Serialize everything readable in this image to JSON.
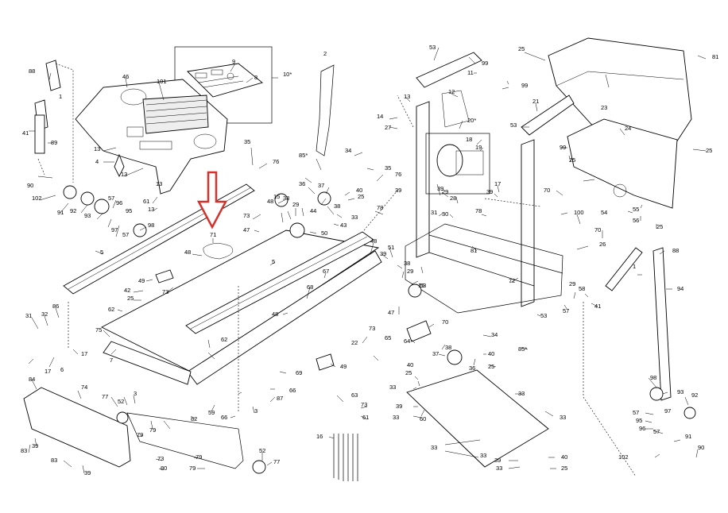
{
  "diagram": {
    "callouts": [
      {
        "id": "c10",
        "text": "10*"
      },
      {
        "id": "c9",
        "text": "9"
      },
      {
        "id": "c8",
        "text": "8"
      },
      {
        "id": "c2",
        "text": "2"
      },
      {
        "id": "c88a",
        "text": "88"
      },
      {
        "id": "c1a",
        "text": "1"
      },
      {
        "id": "c41a",
        "text": "41"
      },
      {
        "id": "c89",
        "text": "89"
      },
      {
        "id": "c46",
        "text": "46"
      },
      {
        "id": "c101",
        "text": "101"
      },
      {
        "id": "c13a",
        "text": "13"
      },
      {
        "id": "c4",
        "text": "4"
      },
      {
        "id": "c13b",
        "text": "13"
      },
      {
        "id": "c13c",
        "text": "13"
      },
      {
        "id": "c90a",
        "text": "90"
      },
      {
        "id": "c102a",
        "text": "102"
      },
      {
        "id": "c91a",
        "text": "91"
      },
      {
        "id": "c92a",
        "text": "92"
      },
      {
        "id": "c93a",
        "text": "93"
      },
      {
        "id": "c57a",
        "text": "57"
      },
      {
        "id": "c96a",
        "text": "96"
      },
      {
        "id": "c95a",
        "text": "95"
      },
      {
        "id": "c97a",
        "text": "97"
      },
      {
        "id": "c57b",
        "text": "57"
      },
      {
        "id": "c98a",
        "text": "98"
      },
      {
        "id": "c61a",
        "text": "61"
      },
      {
        "id": "c13d",
        "text": "13"
      },
      {
        "id": "c35a",
        "text": "35"
      },
      {
        "id": "c76a",
        "text": "76"
      },
      {
        "id": "c85a",
        "text": "85*"
      },
      {
        "id": "c34a",
        "text": "34"
      },
      {
        "id": "c35b",
        "text": "35"
      },
      {
        "id": "c76b",
        "text": "76"
      },
      {
        "id": "c36a",
        "text": "36"
      },
      {
        "id": "c37a",
        "text": "37"
      },
      {
        "id": "c40a",
        "text": "40"
      },
      {
        "id": "c25a",
        "text": "25"
      },
      {
        "id": "c38a",
        "text": "38"
      },
      {
        "id": "c39a",
        "text": "39"
      },
      {
        "id": "c15a",
        "text": "15"
      },
      {
        "id": "c38b",
        "text": "38"
      },
      {
        "id": "c29a",
        "text": "29"
      },
      {
        "id": "c45",
        "text": "45"
      },
      {
        "id": "c48a",
        "text": "48"
      },
      {
        "id": "c44",
        "text": "44"
      },
      {
        "id": "c33a",
        "text": "33"
      },
      {
        "id": "c43",
        "text": "43"
      },
      {
        "id": "c73a",
        "text": "73"
      },
      {
        "id": "c47a",
        "text": "47"
      },
      {
        "id": "c50",
        "text": "50"
      },
      {
        "id": "c78a",
        "text": "78"
      },
      {
        "id": "c5a",
        "text": "5"
      },
      {
        "id": "c71",
        "text": "71"
      },
      {
        "id": "c48b",
        "text": "48"
      },
      {
        "id": "c5b",
        "text": "5"
      },
      {
        "id": "c67",
        "text": "67"
      },
      {
        "id": "c49a",
        "text": "49"
      },
      {
        "id": "c42",
        "text": "42"
      },
      {
        "id": "c73b",
        "text": "73"
      },
      {
        "id": "c25b",
        "text": "25"
      },
      {
        "id": "c68",
        "text": "68"
      },
      {
        "id": "c62a",
        "text": "62"
      },
      {
        "id": "c48c",
        "text": "48"
      },
      {
        "id": "c31a",
        "text": "31"
      },
      {
        "id": "c32",
        "text": "32"
      },
      {
        "id": "c86",
        "text": "86"
      },
      {
        "id": "c75",
        "text": "75"
      },
      {
        "id": "c7",
        "text": "7"
      },
      {
        "id": "c6",
        "text": "6"
      },
      {
        "id": "c17a",
        "text": "17"
      },
      {
        "id": "c17b",
        "text": "17"
      },
      {
        "id": "c62b",
        "text": "62"
      },
      {
        "id": "c69",
        "text": "69"
      },
      {
        "id": "c66a",
        "text": "66"
      },
      {
        "id": "c87",
        "text": "87"
      },
      {
        "id": "c49b",
        "text": "49"
      },
      {
        "id": "c73c",
        "text": "73"
      },
      {
        "id": "c22",
        "text": "22"
      },
      {
        "id": "c65",
        "text": "65"
      },
      {
        "id": "c84",
        "text": "84"
      },
      {
        "id": "c74",
        "text": "74"
      },
      {
        "id": "c77a",
        "text": "77"
      },
      {
        "id": "c52a",
        "text": "52"
      },
      {
        "id": "c3a",
        "text": "3"
      },
      {
        "id": "c79a",
        "text": "79"
      },
      {
        "id": "c79b",
        "text": "79"
      },
      {
        "id": "c82",
        "text": "82"
      },
      {
        "id": "c59",
        "text": "59"
      },
      {
        "id": "c66b",
        "text": "66"
      },
      {
        "id": "c3b",
        "text": "3"
      },
      {
        "id": "c83a",
        "text": "83"
      },
      {
        "id": "c39b",
        "text": "39"
      },
      {
        "id": "c83b",
        "text": "83"
      },
      {
        "id": "c39c",
        "text": "39"
      },
      {
        "id": "c73d",
        "text": "73"
      },
      {
        "id": "c80",
        "text": "80"
      },
      {
        "id": "c79c",
        "text": "79"
      },
      {
        "id": "c79d",
        "text": "79"
      },
      {
        "id": "c52b",
        "text": "52"
      },
      {
        "id": "c77b",
        "text": "77"
      },
      {
        "id": "c63",
        "text": "63"
      },
      {
        "id": "c73e",
        "text": "73"
      },
      {
        "id": "c61b",
        "text": "61"
      },
      {
        "id": "c16",
        "text": "16"
      },
      {
        "id": "c53a",
        "text": "53"
      },
      {
        "id": "c99a",
        "text": "99"
      },
      {
        "id": "c11",
        "text": "11"
      },
      {
        "id": "c99b",
        "text": "99"
      },
      {
        "id": "c12",
        "text": "12"
      },
      {
        "id": "c13e",
        "text": "13"
      },
      {
        "id": "c14",
        "text": "14"
      },
      {
        "id": "c27",
        "text": "27"
      },
      {
        "id": "c20",
        "text": "20*"
      },
      {
        "id": "c18",
        "text": "18"
      },
      {
        "id": "c19",
        "text": "19"
      },
      {
        "id": "c21",
        "text": "21"
      },
      {
        "id": "c53b",
        "text": "53"
      },
      {
        "id": "c25c",
        "text": "25"
      },
      {
        "id": "c81",
        "text": "81"
      },
      {
        "id": "c23",
        "text": "23"
      },
      {
        "id": "c24",
        "text": "24"
      },
      {
        "id": "c99c",
        "text": "99"
      },
      {
        "id": "c25d",
        "text": "25"
      },
      {
        "id": "c25e",
        "text": "25"
      },
      {
        "id": "c54",
        "text": "54"
      },
      {
        "id": "c56",
        "text": "56"
      },
      {
        "id": "c55",
        "text": "55"
      },
      {
        "id": "c25f",
        "text": "25"
      },
      {
        "id": "c39d",
        "text": "39"
      },
      {
        "id": "c29b",
        "text": "29"
      },
      {
        "id": "c28",
        "text": "28"
      },
      {
        "id": "c31b",
        "text": "31"
      },
      {
        "id": "c30",
        "text": "30"
      },
      {
        "id": "c17c",
        "text": "17"
      },
      {
        "id": "c39e",
        "text": "39"
      },
      {
        "id": "c70a",
        "text": "70"
      },
      {
        "id": "c78b",
        "text": "78"
      },
      {
        "id": "c100",
        "text": "100"
      },
      {
        "id": "c70b",
        "text": "70"
      },
      {
        "id": "c26",
        "text": "26"
      },
      {
        "id": "c48d",
        "text": "48"
      },
      {
        "id": "c51",
        "text": "51"
      },
      {
        "id": "c39f",
        "text": "39"
      },
      {
        "id": "c38c",
        "text": "38"
      },
      {
        "id": "c29c",
        "text": "29"
      },
      {
        "id": "c72",
        "text": "72"
      },
      {
        "id": "c53c",
        "text": "53"
      },
      {
        "id": "c81b",
        "text": "81"
      },
      {
        "id": "c15b",
        "text": "15"
      },
      {
        "id": "c47b",
        "text": "47"
      },
      {
        "id": "c88b",
        "text": "88"
      },
      {
        "id": "c1b",
        "text": "1"
      },
      {
        "id": "c94",
        "text": "94"
      },
      {
        "id": "c29d",
        "text": "29"
      },
      {
        "id": "c58",
        "text": "58"
      },
      {
        "id": "c57c",
        "text": "57"
      },
      {
        "id": "c41b",
        "text": "41"
      },
      {
        "id": "c53d",
        "text": "53"
      },
      {
        "id": "c70c",
        "text": "70"
      },
      {
        "id": "c64",
        "text": "64"
      },
      {
        "id": "c34b",
        "text": "34"
      },
      {
        "id": "c85b",
        "text": "85*"
      },
      {
        "id": "c38d",
        "text": "38"
      },
      {
        "id": "c37b",
        "text": "37"
      },
      {
        "id": "c40b",
        "text": "40"
      },
      {
        "id": "c36b",
        "text": "36"
      },
      {
        "id": "c25g",
        "text": "25"
      },
      {
        "id": "c40c",
        "text": "40"
      },
      {
        "id": "c25h",
        "text": "25"
      },
      {
        "id": "c33b",
        "text": "33"
      },
      {
        "id": "c33c",
        "text": "33"
      },
      {
        "id": "c39g",
        "text": "39"
      },
      {
        "id": "c60",
        "text": "60"
      },
      {
        "id": "c33d",
        "text": "33"
      },
      {
        "id": "c33e",
        "text": "33"
      },
      {
        "id": "c33f",
        "text": "33"
      },
      {
        "id": "c33g",
        "text": "33"
      },
      {
        "id": "c39h",
        "text": "39"
      },
      {
        "id": "c33h",
        "text": "33"
      },
      {
        "id": "c40d",
        "text": "40"
      },
      {
        "id": "c25i",
        "text": "25"
      },
      {
        "id": "c98b",
        "text": "98"
      },
      {
        "id": "c93b",
        "text": "93"
      },
      {
        "id": "c92b",
        "text": "92"
      },
      {
        "id": "c57d",
        "text": "57"
      },
      {
        "id": "c95b",
        "text": "95"
      },
      {
        "id": "c97b",
        "text": "97"
      },
      {
        "id": "c96b",
        "text": "96"
      },
      {
        "id": "c57e",
        "text": "57"
      },
      {
        "id": "c91b",
        "text": "91"
      },
      {
        "id": "c102b",
        "text": "102"
      },
      {
        "id": "c90b",
        "text": "90"
      }
    ],
    "colors": {
      "arrow": "#d6312a",
      "ink": "#000000",
      "paper": "#ffffff"
    }
  }
}
